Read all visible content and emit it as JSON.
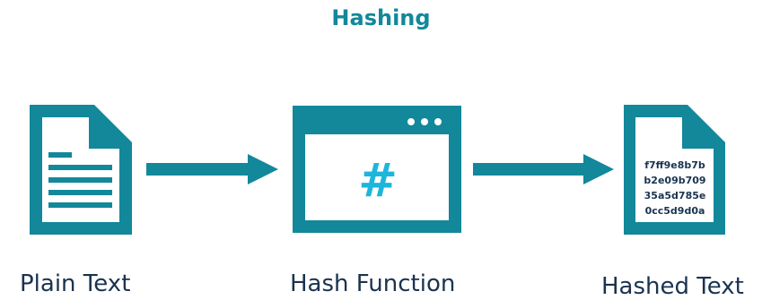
{
  "title": "Hashing",
  "nodes": {
    "plain": {
      "label": "Plain Text",
      "icon": "document-icon"
    },
    "function": {
      "label": "Hash Function",
      "icon": "browser-window-icon",
      "symbol": "#"
    },
    "hashed": {
      "label": "Hashed Text",
      "icon": "document-icon",
      "lines": [
        "f7ff9e8b7b",
        "b2e09b709",
        "35a5d785e",
        "0cc5d9d0a"
      ]
    }
  },
  "colors": {
    "primary": "#12889a",
    "hash_symbol": "#1cb6dc",
    "text": "#1a3350"
  }
}
